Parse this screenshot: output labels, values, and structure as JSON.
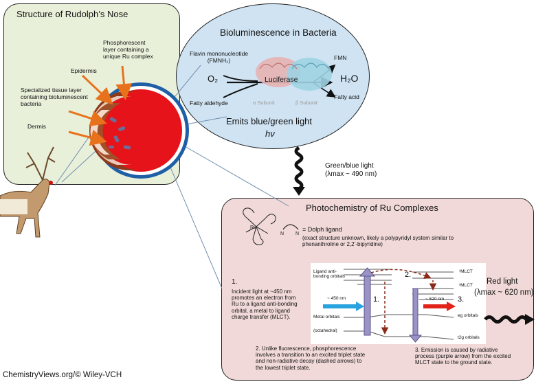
{
  "panel_nose": {
    "title": "Structure of Rudolph’s Nose",
    "labels": {
      "phosphorescent": [
        "Phosphorescent",
        "layer containing a",
        "unique Ru complex"
      ],
      "epidermis": "Epidermis",
      "specialized": [
        "Specialized tissue layer",
        "containing bioluminescent",
        "bacteria"
      ],
      "dermis": "Dermis"
    }
  },
  "panel_bacteria": {
    "title": "Bioluminescence in Bacteria",
    "flavin": [
      "Flavin mononucleotide",
      "(FMNH₂)"
    ],
    "o2": "O₂",
    "fatty_aldehyde": "Fatty aldehyde",
    "luciferase": "Luciferase",
    "alpha": "α Subunit",
    "beta": "β Subunit",
    "fmn": "FMN",
    "h2o": "H₂O",
    "fatty_acid": "Fatty acid",
    "emits": "Emits blue/green light",
    "hv": "hν"
  },
  "transfer": {
    "label": "Green/blue light",
    "lambda": "(λmax ~ 490 nm)"
  },
  "panel_ru": {
    "title": "Photochemistry of Ru Complexes",
    "dolph_label": "= Dolph ligand",
    "dolph_desc": [
      "(exact structure unknown, likely a polypyridyl system similar to",
      "phenanthroline or 2,2’-bipyridine)"
    ],
    "step1_num": "1.",
    "step1_text": [
      "Incident light at ~450 nm",
      "promotes an electron from",
      "Ru to a ligand anti-bonding",
      "orbital, a metal to ligand",
      "charge transfer (MLCT)."
    ],
    "step2_text": [
      "2. Unlike fluorescence, phosphorescence",
      "involves a transition to an excited triplet state",
      "and non-radiative decay (dashed arrows) to",
      "the  lowest triplet state."
    ],
    "step3_text": [
      "3. Emission is caused by radiative",
      "process (purple arrow) from the excited",
      "MLCT state to the ground state."
    ],
    "diagram": {
      "ligand_orbitals": [
        "Ligand anti-",
        "bonding orbitals"
      ],
      "metal_orbitals": "Metal orbitals",
      "octahedral": "(octahedral)",
      "excite_nm": "~ 450 nm",
      "emit_nm": "~ 620 nm",
      "mlct1": "¹MLCT",
      "mlct3": "³MLCT",
      "eg": "eg orbitals",
      "t2g": "t2g orbitals",
      "n1": "1.",
      "n2": "2.",
      "n3": "3."
    },
    "red_light": "Red light",
    "red_lambda": "(λmax ~ 620 nm)"
  },
  "credit": "ChemistryViews.org/© Wiley-VCH"
}
